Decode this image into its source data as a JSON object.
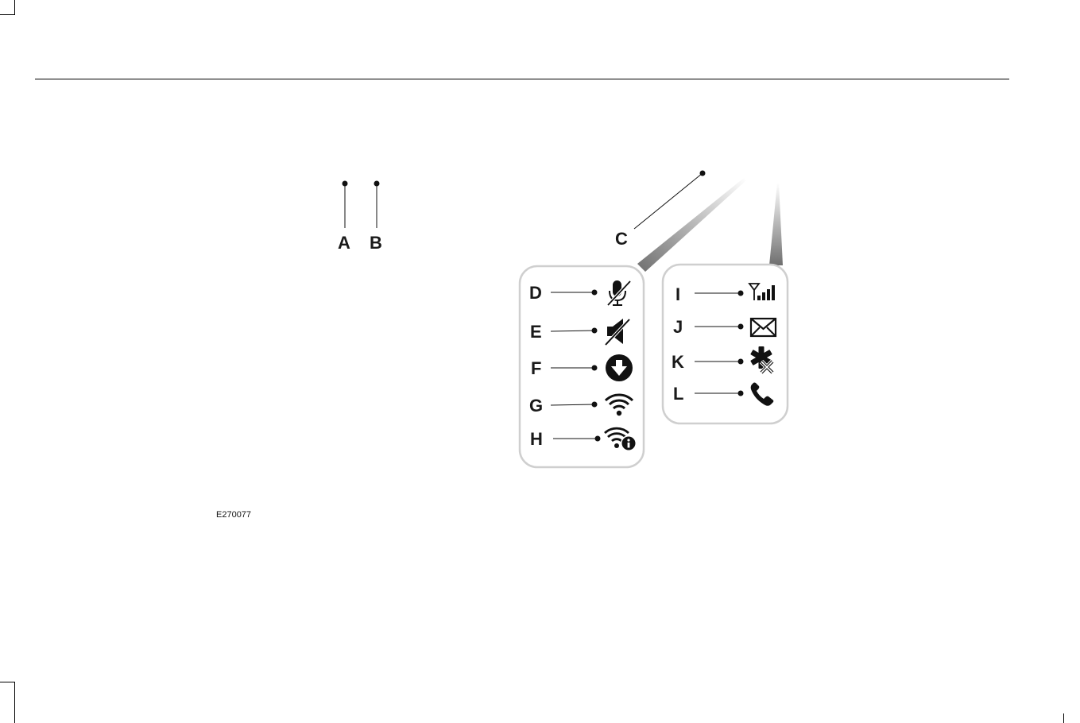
{
  "figure": {
    "id": "E270077"
  },
  "callouts": {
    "A": "A",
    "B": "B",
    "C": "C",
    "D": "D",
    "E": "E",
    "F": "F",
    "G": "G",
    "H": "H",
    "I": "I",
    "J": "J",
    "K": "K",
    "L": "L"
  },
  "panels": {
    "left": {
      "icons": [
        "microphone-muted-icon",
        "speaker-muted-icon",
        "download-icon",
        "wifi-icon",
        "wifi-info-icon"
      ]
    },
    "right": {
      "icons": [
        "cellular-signal-icon",
        "envelope-icon",
        "bluetooth-disconnected-icon",
        "phone-icon"
      ]
    }
  },
  "colors": {
    "ink": "#1a1a1a",
    "panel_border": "#c8c8c8",
    "leader_gradient_start": "#e0e0e0",
    "leader_gradient_end": "#707070"
  }
}
